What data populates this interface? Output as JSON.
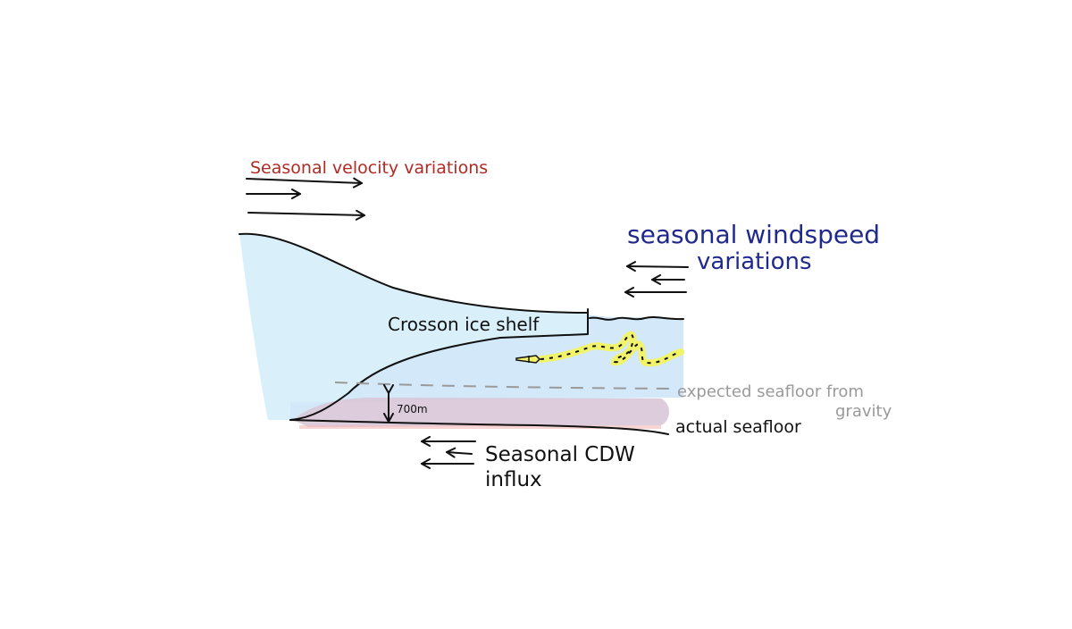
{
  "labels": {
    "velocity": "Seasonal velocity variations",
    "windspeed_line1": "seasonal windspeed",
    "windspeed_line2": "variations",
    "ice_shelf": "Crosson ice shelf",
    "expected_line1": "expected seafloor from",
    "expected_line2": "gravity",
    "depth": "700m",
    "actual_seafloor": "actual seafloor",
    "cdw_line1": "Seasonal CDW",
    "cdw_line2": "influx"
  },
  "colors": {
    "ice": "#d9f0fa",
    "water": "#d3e8f8",
    "sediment": "#d9c6d8",
    "velocity_text": "#b22a24",
    "windspeed_text": "#1f2a8c",
    "expected_text": "#9a9a9a",
    "glider_track": "#f1f46a",
    "ink": "#111111"
  },
  "icons": {
    "glider": "glider-icon"
  }
}
